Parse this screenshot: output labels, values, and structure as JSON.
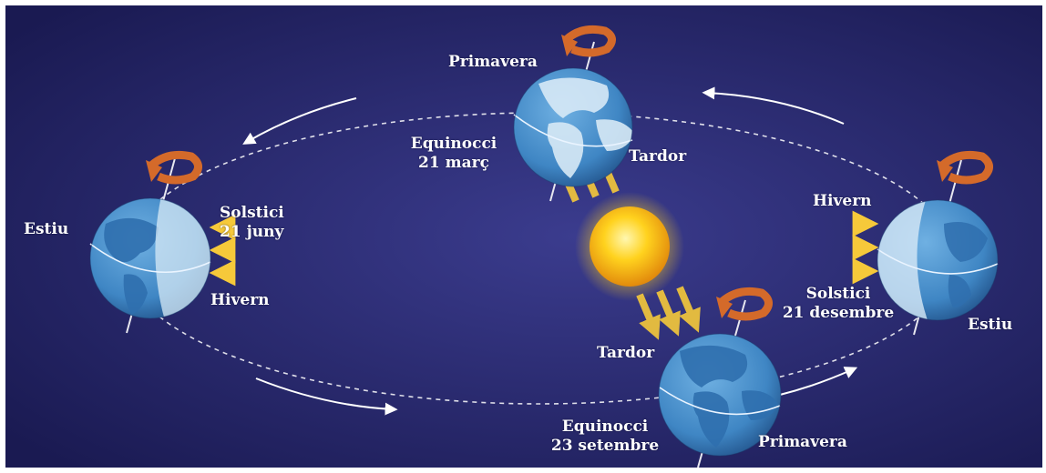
{
  "diagram": {
    "colors": {
      "background_center": "#3b3c8e",
      "background_edge": "#1a1a52",
      "ocean": "#3f86c4",
      "land": "#d7e9f6",
      "sun": "#ffd21e",
      "rays": "#f6c93a",
      "rotation_arrow": "#d46a2a"
    },
    "positions": {
      "top": {
        "season": "Primavera",
        "event": "Equinocci",
        "date": "21 març",
        "opposite_season": "Tardor"
      },
      "left": {
        "season": "Estiu",
        "event": "Solstici",
        "date": "21 juny",
        "opposite_season": "Hivern"
      },
      "right": {
        "season": "Hivern",
        "event": "Solstici",
        "date": "21 desembre",
        "opposite_season": "Estiu"
      },
      "bottom": {
        "season": "Tardor",
        "event": "Equinocci",
        "date": "23 setembre",
        "opposite_season": "Primavera"
      }
    }
  }
}
